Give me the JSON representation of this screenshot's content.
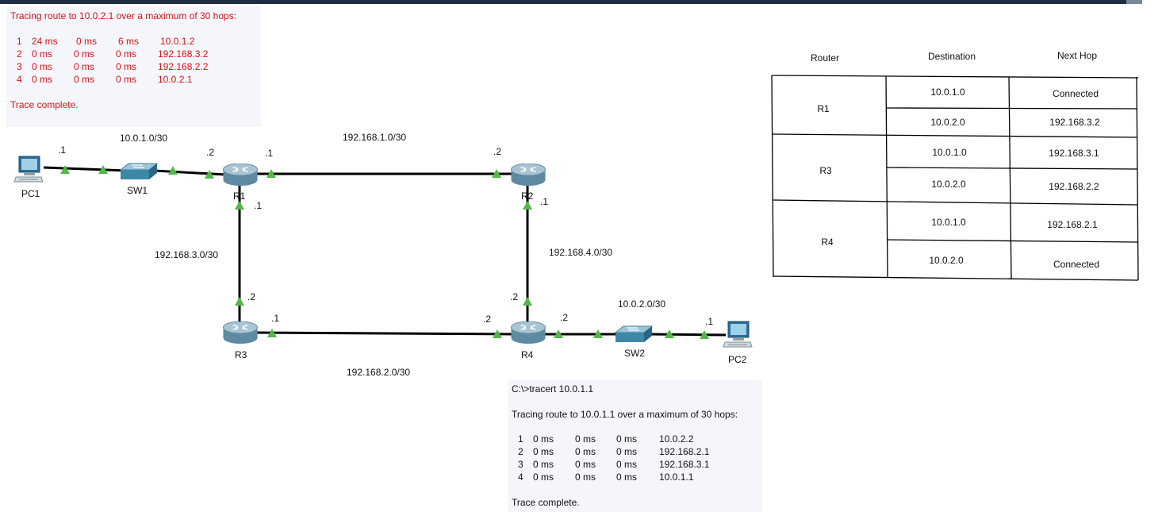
{
  "devices": {
    "pc1": "PC1",
    "pc2": "PC2",
    "sw1": "SW1",
    "sw2": "SW2",
    "r1": "R1",
    "r2": "R2",
    "r3": "R3",
    "r4": "R4"
  },
  "networks": {
    "n_pc1_r1": "10.0.1.0/30",
    "n_r1_r2": "192.168.1.0/30",
    "n_r1_r3": "192.168.3.0/30",
    "n_r2_r4": "192.168.4.0/30",
    "n_r3_r4": "192.168.2.0/30",
    "n_r4_pc2": "10.0.2.0/30"
  },
  "ip_suffixes": {
    "pc1": ".1",
    "r1_left": ".2",
    "r1_right": ".1",
    "r1_down": ".1",
    "r2_left": ".2",
    "r2_down": ".1",
    "r3_up": ".2",
    "r3_right": ".1",
    "r4_up": ".2",
    "r4_left": ".2",
    "r4_right": ".2",
    "pc2": ".1"
  },
  "terminal_top": {
    "header": "Tracing route to 10.0.2.1 over a maximum of 30 hops:",
    "hops": [
      {
        "n": "1",
        "t1": "24 ms",
        "t2": "0 ms",
        "t3": "6 ms",
        "ip": "10.0.1.2"
      },
      {
        "n": "2",
        "t1": "0 ms",
        "t2": "0 ms",
        "t3": "0 ms",
        "ip": "192.168.3.2"
      },
      {
        "n": "3",
        "t1": "0 ms",
        "t2": "0 ms",
        "t3": "0 ms",
        "ip": "192.168.2.2"
      },
      {
        "n": "4",
        "t1": "0 ms",
        "t2": "0 ms",
        "t3": "0 ms",
        "ip": "10.0.2.1"
      }
    ],
    "footer": "Trace complete."
  },
  "terminal_bottom": {
    "command": "C:\\>tracert 10.0.1.1",
    "header": "Tracing route to 10.0.1.1 over a maximum of 30 hops:",
    "hops": [
      {
        "n": "1",
        "t1": "0 ms",
        "t2": "0 ms",
        "t3": "0 ms",
        "ip": "10.0.2.2"
      },
      {
        "n": "2",
        "t1": "0 ms",
        "t2": "0 ms",
        "t3": "0 ms",
        "ip": "192.168.2.1"
      },
      {
        "n": "3",
        "t1": "0 ms",
        "t2": "0 ms",
        "t3": "0 ms",
        "ip": "192.168.3.1"
      },
      {
        "n": "4",
        "t1": "0 ms",
        "t2": "0 ms",
        "t3": "0 ms",
        "ip": "10.0.1.1"
      }
    ],
    "footer": "Trace complete."
  },
  "route_table": {
    "headers": [
      "Router",
      "Destination",
      "Next Hop"
    ],
    "groups": [
      {
        "router": "R1",
        "rows": [
          {
            "destination": "10.0.1.0",
            "next_hop": "Connected"
          },
          {
            "destination": "10.0.2.0",
            "next_hop": "192.168.3.2"
          }
        ]
      },
      {
        "router": "R3",
        "rows": [
          {
            "destination": "10.0.1.0",
            "next_hop": "192.168.3.1"
          },
          {
            "destination": "10.0.2.0",
            "next_hop": "192.168.2.2"
          }
        ]
      },
      {
        "router": "R4",
        "rows": [
          {
            "destination": "10.0.1.0",
            "next_hop": "192.168.2.1"
          },
          {
            "destination": "10.0.2.0",
            "next_hop": "Connected"
          }
        ]
      }
    ]
  },
  "colors": {
    "link": "#000000",
    "port_up": "#53b848",
    "router": "#6b8fa6",
    "switch": "#3d87a7",
    "trace_red": "#d4131a",
    "terminal_bg": "#f5f6fb"
  }
}
